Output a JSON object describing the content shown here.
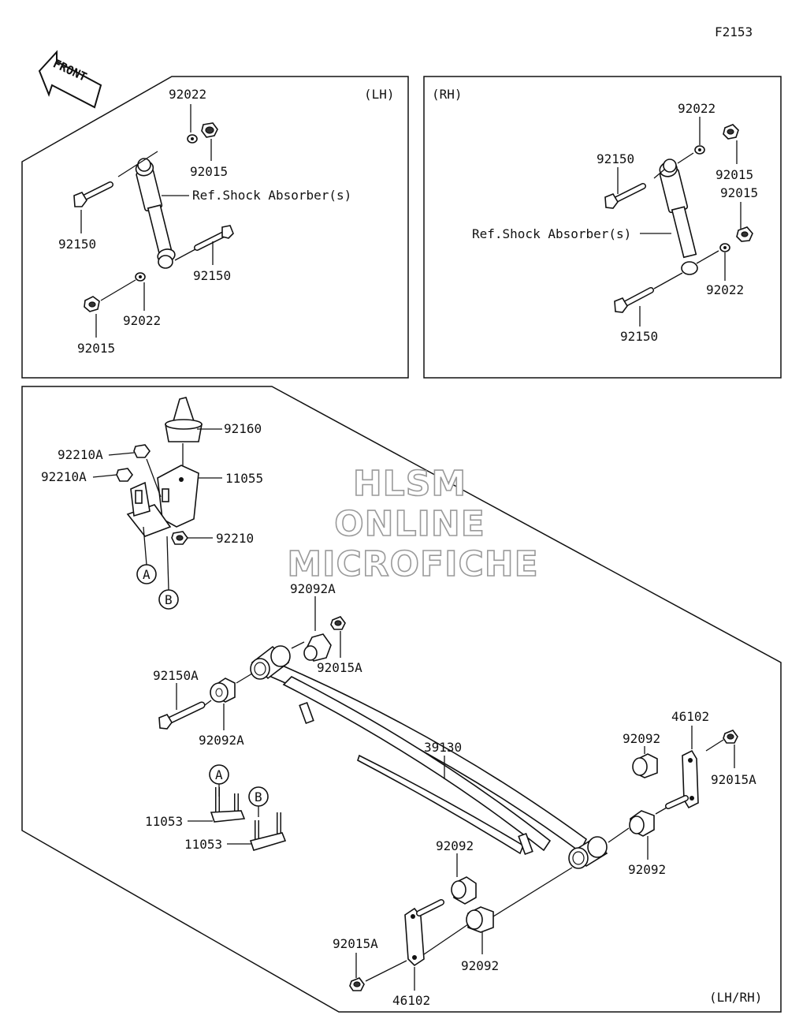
{
  "figure_code": "F2153",
  "front_label": "FRONT",
  "panels": {
    "lh": {
      "side_label": "(LH)"
    },
    "rh": {
      "side_label": "(RH)"
    },
    "bottom": {
      "side_label": "(LH/RH)"
    }
  },
  "watermark": {
    "line1": "HLSM",
    "line2": "ONLINE",
    "line3": "MICROFICHE"
  },
  "callouts": {
    "a": "A",
    "b": "B"
  },
  "labels": {
    "lh_92022_top": "92022",
    "lh_92015_top": "92015",
    "lh_ref_shock": "Ref.Shock Absorber(s)",
    "lh_92150_left": "92150",
    "lh_92150_right": "92150",
    "lh_92022_bottom": "92022",
    "lh_92015_bottom": "92015",
    "rh_92022_top": "92022",
    "rh_92150_top": "92150",
    "rh_92015_top": "92015",
    "rh_92015_mid": "92015",
    "rh_ref_shock": "Ref.Shock Absorber(s)",
    "rh_92022_bottom": "92022",
    "rh_92150_bottom": "92150",
    "b_92160": "92160",
    "b_92210A_1": "92210A",
    "b_92210A_2": "92210A",
    "b_11055": "11055",
    "b_92210": "92210",
    "b_92092A_top": "92092A",
    "b_92015A_top": "92015A",
    "b_92150A": "92150A",
    "b_92092A_left": "92092A",
    "b_39130": "39130",
    "b_46102_right": "46102",
    "b_92092_r1": "92092",
    "b_92015A_right": "92015A",
    "b_11053_a": "11053",
    "b_11053_b": "11053",
    "b_92092_r2": "92092",
    "b_92092_mid": "92092",
    "b_92015A_bottom": "92015A",
    "b_92092_low": "92092",
    "b_46102_bottom": "46102"
  }
}
